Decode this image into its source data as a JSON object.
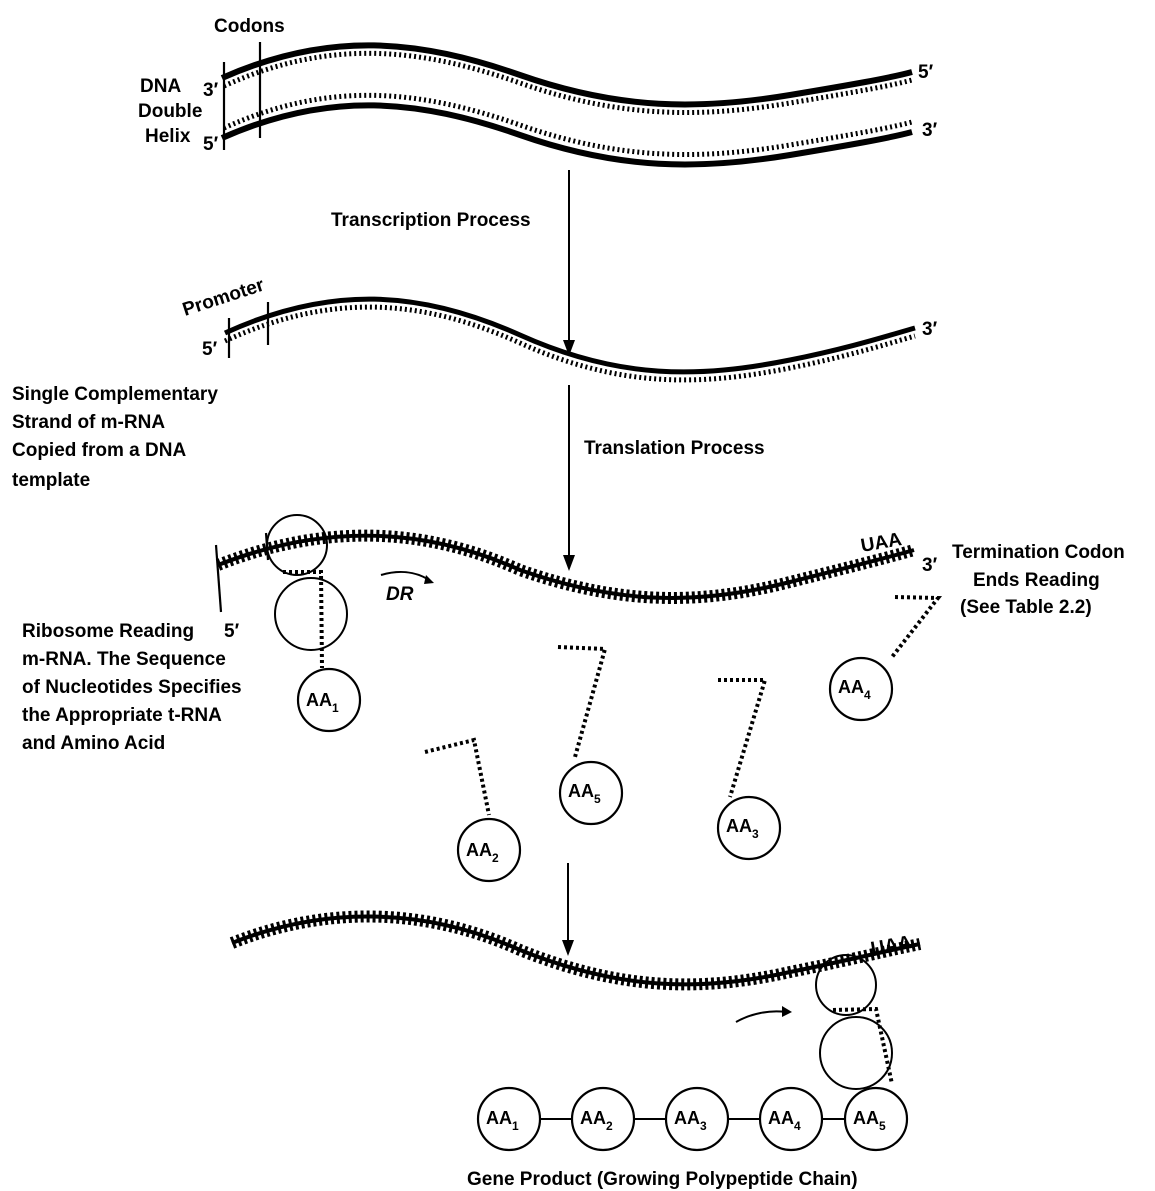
{
  "labels": {
    "codons": "Codons",
    "dna_line1": "DNA",
    "dna_line2": "Double",
    "dna_line3": "Helix",
    "transcription": "Transcription Process",
    "promoter": "Promoter",
    "mrna_line1": "Single Complementary",
    "mrna_line2": "Strand of m-RNA",
    "mrna_line3": "Copied from a DNA",
    "mrna_line4": "template",
    "translation": "Translation Process",
    "termination_line1": "Termination Codon",
    "termination_line2": "Ends Reading",
    "termination_line3": "(See Table 2.2)",
    "ribosome_line1": "Ribosome Reading",
    "ribosome_line2": "m-RNA. The Sequence",
    "ribosome_line3": "of Nucleotides Specifies",
    "ribosome_line4": "the Appropriate t-RNA",
    "ribosome_line5": "and Amino Acid",
    "dr": "DR",
    "uaa_1": "UAA",
    "uaa_2": "UAA",
    "gene_product": "Gene Product (Growing Polypeptide Chain)"
  },
  "ends": {
    "dna_top_left": "3′",
    "dna_top_right": "5′",
    "dna_bottom_left": "5′",
    "dna_bottom_right": "3′",
    "mrna_left": "5′",
    "mrna_right": "3′",
    "ribosome_left": "5′",
    "ribosome_right": "3′"
  },
  "amino_acids": {
    "prefix": "AA",
    "aa1_sub": "1",
    "aa2_sub": "2",
    "aa3_sub": "3",
    "aa4_sub": "4",
    "aa5_sub": "5"
  },
  "chain": [
    {
      "prefix": "AA",
      "sub": "1"
    },
    {
      "prefix": "AA",
      "sub": "2"
    },
    {
      "prefix": "AA",
      "sub": "3"
    },
    {
      "prefix": "AA",
      "sub": "4"
    },
    {
      "prefix": "AA",
      "sub": "5"
    }
  ]
}
